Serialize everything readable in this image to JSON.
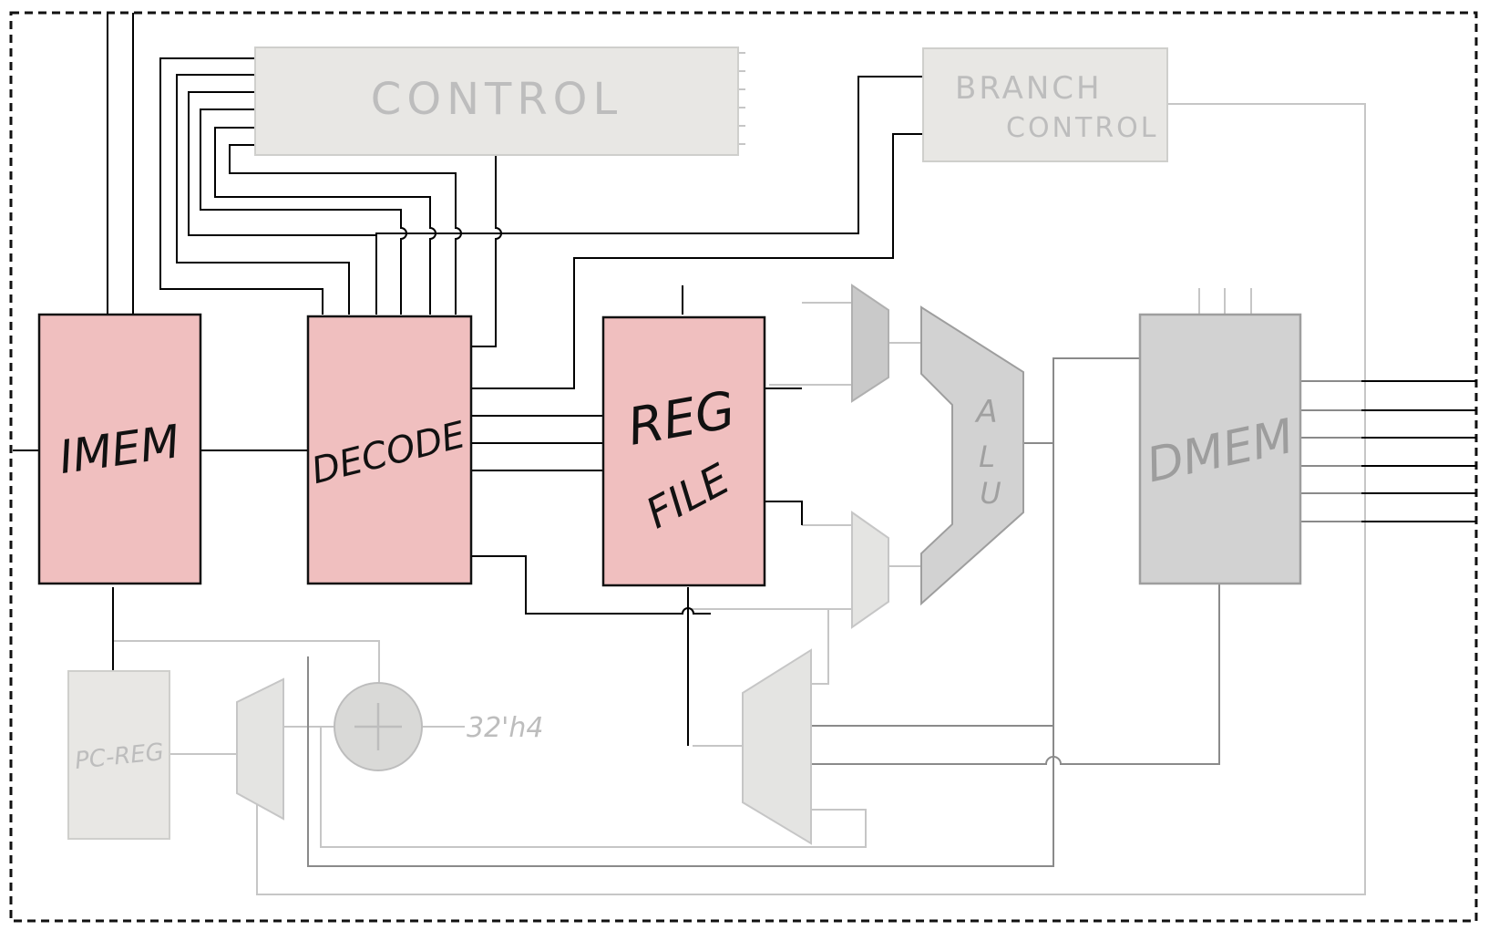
{
  "blocks": {
    "imem": "IMEM",
    "decode": "DECODE",
    "regfile_line1": "REG",
    "regfile_line2": "FILE",
    "alu": [
      "A",
      "L",
      "U"
    ],
    "dmem": "DMEM",
    "control": "CONTROL",
    "branch_line1": "BRANCH",
    "branch_line2": "CONTROL",
    "pcreg": "PC-REG",
    "pc_increment": "32'h4"
  },
  "colors": {
    "active_fill": "#f0bfbf",
    "active_stroke": "#111111",
    "muted_fill": "#e8e7e4",
    "muted_stroke": "#cfcfcc",
    "gray_fill": "#d2d2d2",
    "gray_stroke": "#9e9e9e",
    "wire_dark": "#000000",
    "wire_light": "#c6c6c6",
    "label_light": "#b9b9b9"
  }
}
